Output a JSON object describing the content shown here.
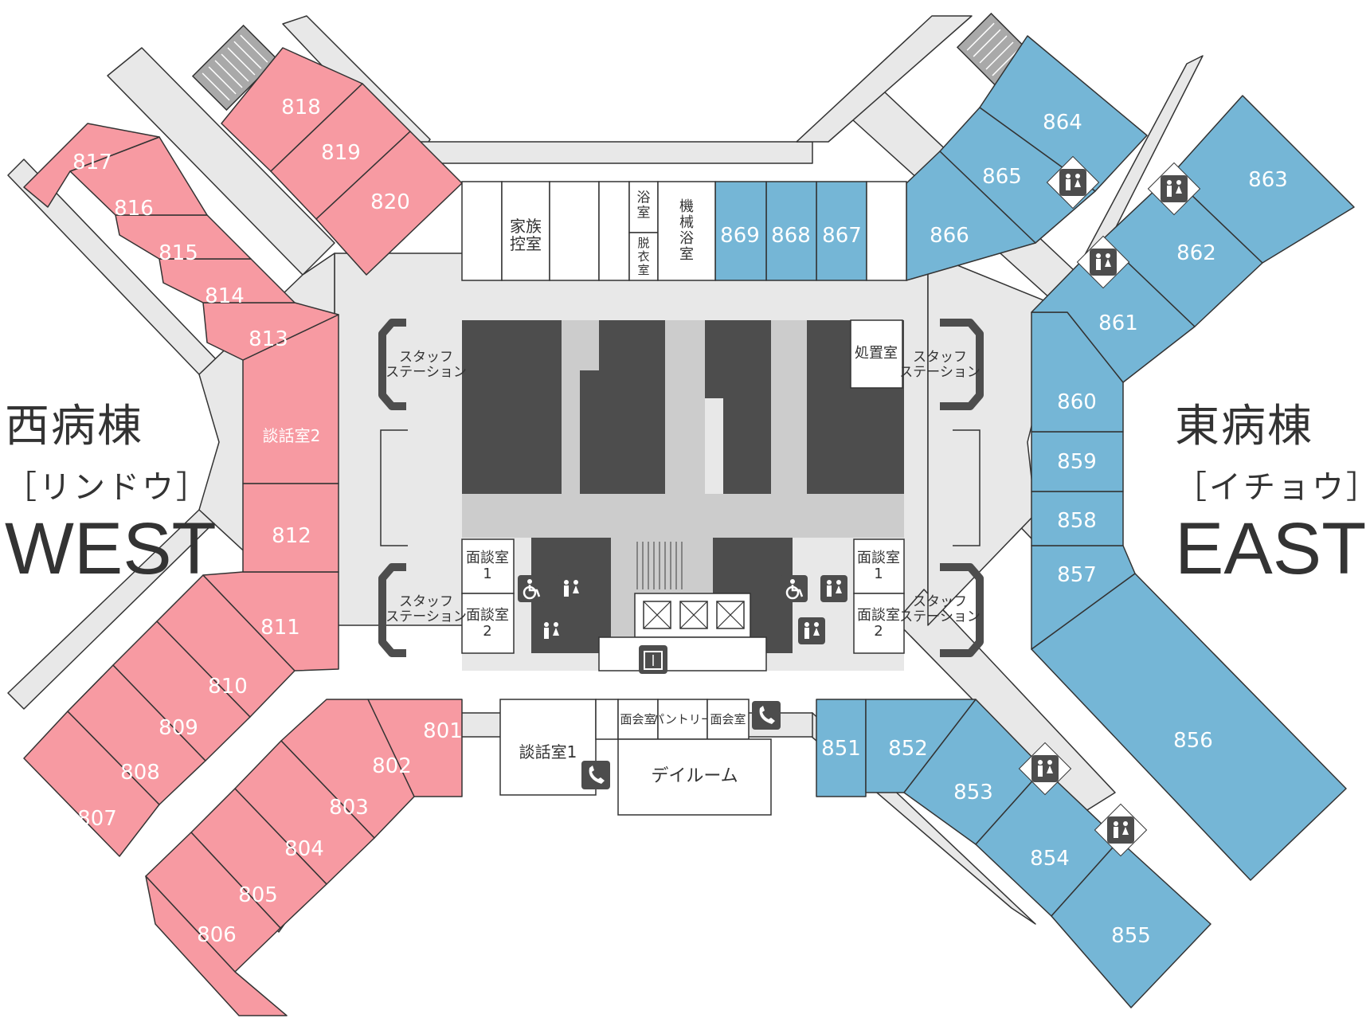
{
  "palette": {
    "west_room": "#f79aa2",
    "east_room": "#75b6d6",
    "corridor": "#e8e8e8",
    "core": "#4d4d4d",
    "light_core": "#cccccc",
    "wall": "#333333",
    "white_room": "#ffffff",
    "stair": "#a9a9a9"
  },
  "west_wing": {
    "name_ja": "西病棟",
    "name_kana": "［リンドウ］",
    "name_en": "WEST",
    "rooms": [
      "801",
      "802",
      "803",
      "804",
      "805",
      "806",
      "807",
      "808",
      "809",
      "810",
      "811",
      "812",
      "談話室2",
      "813",
      "814",
      "815",
      "816",
      "817",
      "818",
      "819",
      "820"
    ]
  },
  "east_wing": {
    "name_ja": "東病棟",
    "name_kana": "［イチョウ］",
    "name_en": "EAST",
    "rooms": [
      "851",
      "852",
      "853",
      "854",
      "855",
      "856",
      "857",
      "858",
      "859",
      "860",
      "861",
      "862",
      "863",
      "864",
      "865",
      "866",
      "867",
      "868",
      "869"
    ]
  },
  "north_rooms": [
    {
      "id": "family",
      "label": "家族\n控室"
    },
    {
      "id": "bath",
      "label": "浴\n室"
    },
    {
      "id": "dressing",
      "label": "脱\n衣\n室"
    },
    {
      "id": "machine_bath",
      "label": "機\n械\n浴\n室"
    }
  ],
  "center": {
    "staff_station": "スタッフ\nステーション",
    "treatment": "処置室",
    "interview_1": "面談室\n1",
    "interview_2": "面談室\n2"
  },
  "south": {
    "lounge_1": "談話室1",
    "visiting": "面会室",
    "pantry": "パントリー",
    "dayroom": "デイルーム"
  },
  "icons": [
    "restroom-icon",
    "wheelchair-icon",
    "phone-icon",
    "elevator-icon"
  ]
}
